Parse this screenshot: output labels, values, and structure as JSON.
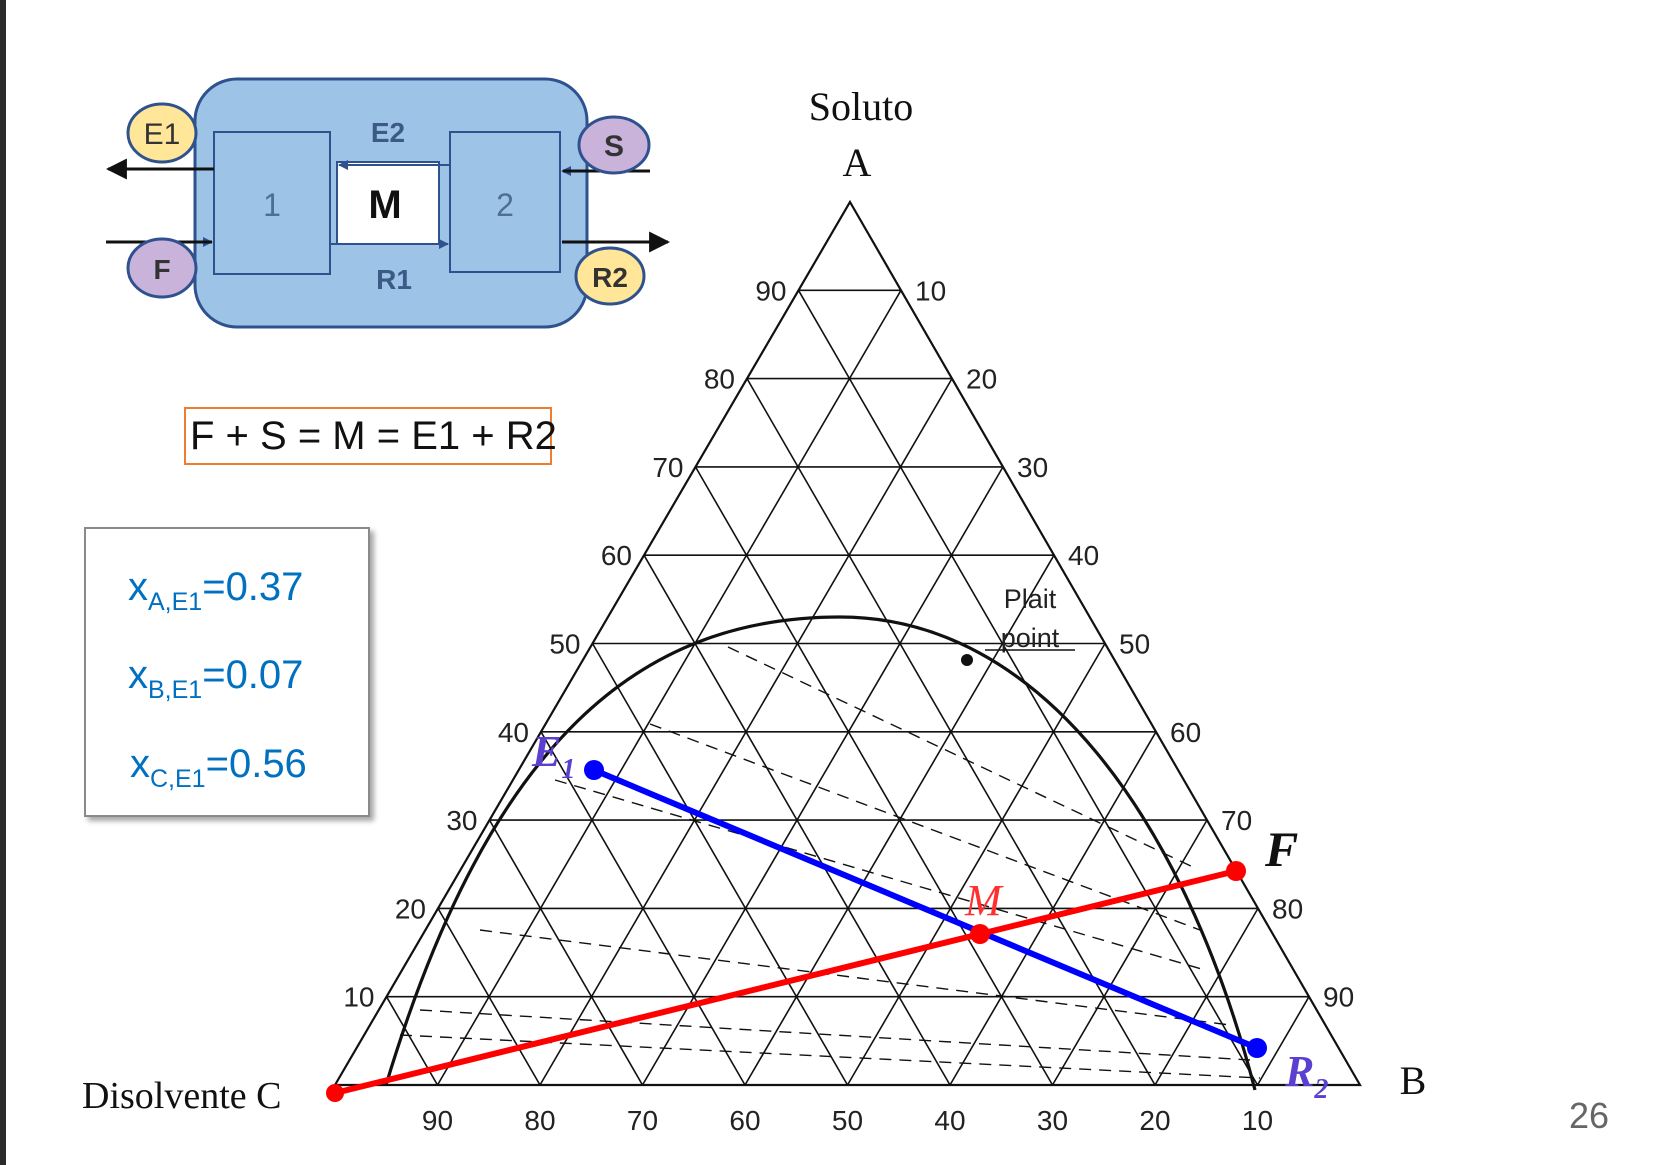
{
  "flow_diagram": {
    "stage_labels": [
      "1",
      "2"
    ],
    "mixer_label": "M",
    "stream_labels": {
      "E1": "E1",
      "E2": "E2",
      "S": "S",
      "F": "F",
      "R1": "R1",
      "R2": "R2"
    },
    "colors": {
      "box": "#9dc3e6",
      "box_border": "#2f528f",
      "yellow": "#ffe699",
      "purple": "#c9b3da"
    }
  },
  "equation": "F + S = M = E1 + R2",
  "compositions": [
    {
      "var": "x",
      "sub": "A,E1",
      "value": "=0.37"
    },
    {
      "var": "x",
      "sub": "B,E1",
      "value": "=0.07"
    },
    {
      "var": "x",
      "sub": "C,E1",
      "value": "=0.56"
    }
  ],
  "ternary": {
    "apex_top_title": "Soluto",
    "apex_top": "A",
    "apex_right": "B",
    "apex_left": "Disolvente C",
    "left_edge_ticks": [
      "90",
      "80",
      "70",
      "60",
      "50",
      "40",
      "30",
      "20",
      "10"
    ],
    "right_edge_ticks": [
      "10",
      "20",
      "30",
      "40",
      "50",
      "60",
      "70",
      "80",
      "90"
    ],
    "bottom_ticks": [
      "90",
      "80",
      "70",
      "60",
      "50",
      "40",
      "30",
      "20",
      "10"
    ],
    "plait_point_label": [
      "Plait",
      "point"
    ],
    "point_labels": {
      "E1": "E",
      "E1_sub": "1",
      "R2": "R",
      "R2_sub": "2",
      "M": "M",
      "F": "F"
    },
    "colors": {
      "extract_line": "#0000ff",
      "feed_line": "#ff0000",
      "grid": "#000000"
    }
  },
  "page_number": "26"
}
